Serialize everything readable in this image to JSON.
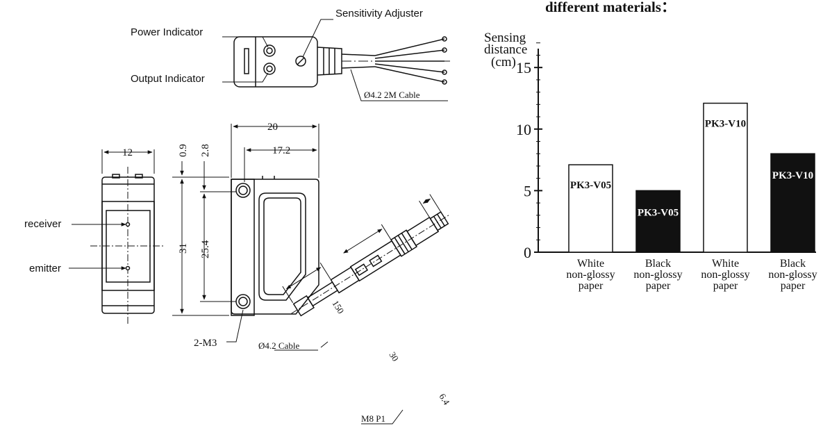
{
  "labels": {
    "sensitivity_adjuster": "Sensitivity Adjuster",
    "power_indicator": "Power Indicator",
    "output_indicator": "Output Indicator",
    "cable_top": "Ø4.2 2M Cable",
    "receiver": "receiver",
    "emitter": "emitter",
    "mount": "2-M3",
    "cable_bottom": "Ø4.2 Cable",
    "connector": "M8 P1"
  },
  "dimensions": {
    "width_total": "20",
    "width_inner": "17.2",
    "side_width": "12",
    "offset_a": "0.9",
    "offset_b": "2.8",
    "height_total": "31",
    "hole_pitch": "25.4",
    "cable_len": "150",
    "conn_len": "30",
    "conn_dia": "6.4"
  },
  "colors": {
    "white_bar": "#ffffff",
    "black_bar": "#111111",
    "line": "#111111"
  },
  "chart_data": {
    "type": "bar",
    "title": "different materials：",
    "ylabel_lines": [
      "Sensing",
      "distance",
      "(cm)"
    ],
    "xlabel": "",
    "ylim": [
      0,
      18
    ],
    "yticks": [
      0,
      5,
      10,
      15
    ],
    "categories": [
      [
        "White",
        "non-glossy",
        "paper"
      ],
      [
        "Black",
        "non-glossy",
        "paper"
      ],
      [
        "White",
        "non-glossy",
        "paper"
      ],
      [
        "Black",
        "non-glossy",
        "paper"
      ]
    ],
    "values": [
      7.1,
      5.0,
      12.1,
      8.0
    ],
    "bar_labels": [
      "PK3-V05",
      "PK3-V05",
      "PK3-V10",
      "PK3-V10"
    ],
    "fills": [
      "white",
      "black",
      "white",
      "black"
    ],
    "grid": false,
    "legend": "none"
  }
}
